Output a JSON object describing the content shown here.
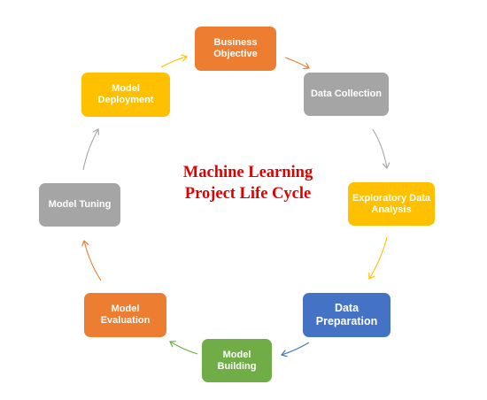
{
  "diagram": {
    "title_line1": "Machine Learning",
    "title_line2": "Project Life Cycle",
    "title_color": "#e00000",
    "nodes": {
      "business_objective": {
        "label": "Business\nObjective",
        "color": "#ed7d31"
      },
      "data_collection": {
        "label": "Data Collection",
        "color": "#a5a5a5"
      },
      "exploratory_data_analysis": {
        "label": "Exploratory Data\nAnalysis",
        "color": "#ffc000"
      },
      "data_preparation": {
        "label": "Data\nPreparation",
        "color": "#4472c4"
      },
      "model_building": {
        "label": "Model\nBuilding",
        "color": "#70ad47"
      },
      "model_evaluation": {
        "label": "Model\nEvaluation",
        "color": "#ed7d31"
      },
      "model_tuning": {
        "label": "Model Tuning",
        "color": "#a5a5a5"
      },
      "model_deployment": {
        "label": "Model\nDeployment",
        "color": "#ffc000"
      }
    },
    "edges": [
      {
        "from": "business_objective",
        "to": "data_collection",
        "color": "#ed7d31"
      },
      {
        "from": "data_collection",
        "to": "exploratory_data_analysis",
        "color": "#a5a5a5"
      },
      {
        "from": "exploratory_data_analysis",
        "to": "data_preparation",
        "color": "#ffc000"
      },
      {
        "from": "data_preparation",
        "to": "model_building",
        "color": "#4472c4"
      },
      {
        "from": "model_building",
        "to": "model_evaluation",
        "color": "#70ad47"
      },
      {
        "from": "model_evaluation",
        "to": "model_tuning",
        "color": "#ed7d31"
      },
      {
        "from": "model_tuning",
        "to": "model_deployment",
        "color": "#a5a5a5"
      },
      {
        "from": "model_deployment",
        "to": "business_objective",
        "color": "#ffc000"
      }
    ]
  }
}
